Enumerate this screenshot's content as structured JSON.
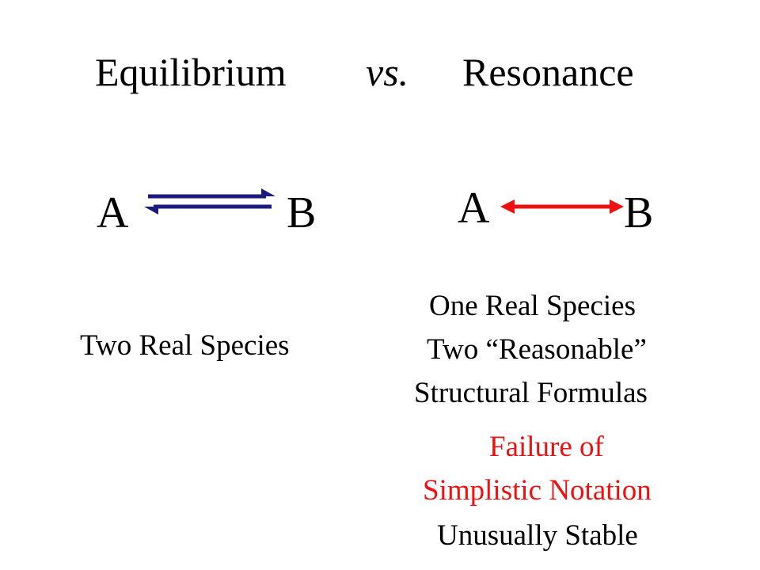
{
  "title": {
    "left": "Equilibrium",
    "middle": "vs.",
    "right": "Resonance"
  },
  "equilibrium": {
    "species_a": "A",
    "species_b": "B",
    "arrow": "equilibrium-arrows-icon",
    "arrow_color": "#1a1a80",
    "caption": "Two Real Species"
  },
  "resonance": {
    "species_a": "A",
    "species_b": "B",
    "arrow": "double-headed-arrow-icon",
    "arrow_color": "#ee1111",
    "lines": [
      "One Real Species",
      "Two “Reasonable”",
      "Structural Formulas"
    ],
    "failure_lines": [
      "Failure of",
      "Simplistic Notation"
    ],
    "final_line": "Unusually Stable"
  }
}
